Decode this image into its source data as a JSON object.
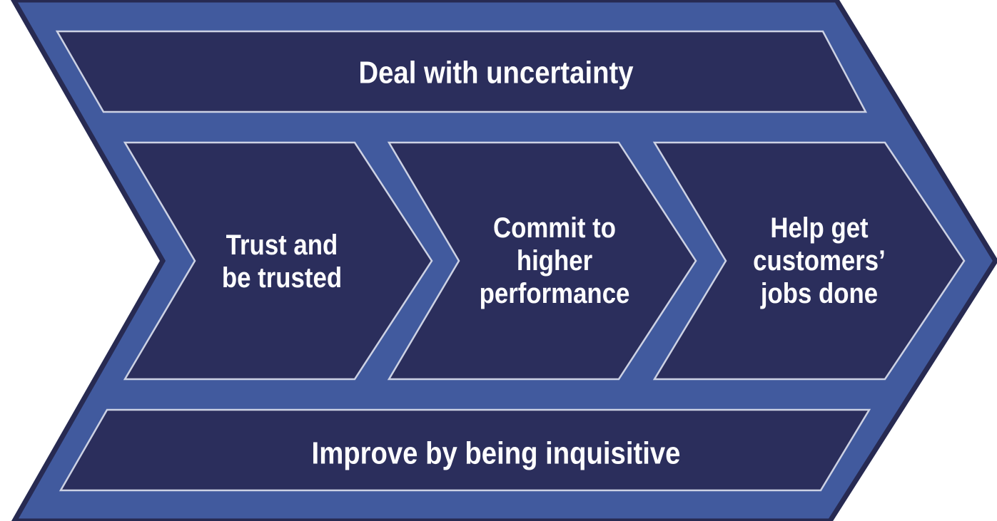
{
  "diagram": {
    "type": "chevron-process",
    "top_banner": "Deal with uncertainty",
    "bottom_banner": "Improve by being inquisitive",
    "steps": [
      {
        "label": "Trust and\nbe trusted"
      },
      {
        "label": "Commit to\nhigher\nperformance"
      },
      {
        "label": "Help get\ncustomers’\njobs done"
      }
    ],
    "colors": {
      "arrow_blue": "#415a9e",
      "arrow_edge_dark": "#272a52",
      "panel_navy": "#2b2e5c",
      "panel_outline": "#cdd2e4",
      "text": "#fdfdfe",
      "background": "#ffffff"
    }
  }
}
